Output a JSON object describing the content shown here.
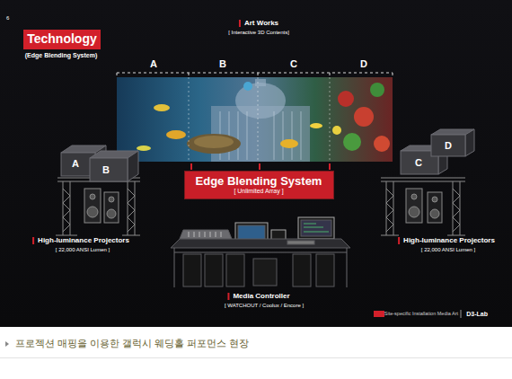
{
  "diagram": {
    "caption": "프로젝션 매핑을 이용한 갤럭시 웨딩홀 퍼포먼스 현장",
    "nodes": [
      {
        "text": [
          "Technology"
        ]
      },
      {
        "text": [
          "Edge Blending System",
          "[ Unlimited Array ]"
        ]
      }
    ],
    "labels": [
      "6",
      "(Edge Blending System)",
      "Art Works",
      "[ Interactive 3D Contents]",
      "A",
      "B",
      "C",
      "D",
      "A",
      "B",
      "C",
      "D",
      "High-luminance Projectors",
      "[ 22,000 ANSI Lumen ]",
      "High-luminance Projectors",
      "[ 22,000 ANSI Lumen ]",
      "Media Controller",
      "[ WATCHOUT / Coolux / Encore ]",
      "Site-specific Installation Media Art",
      "D3-Lab"
    ]
  }
}
